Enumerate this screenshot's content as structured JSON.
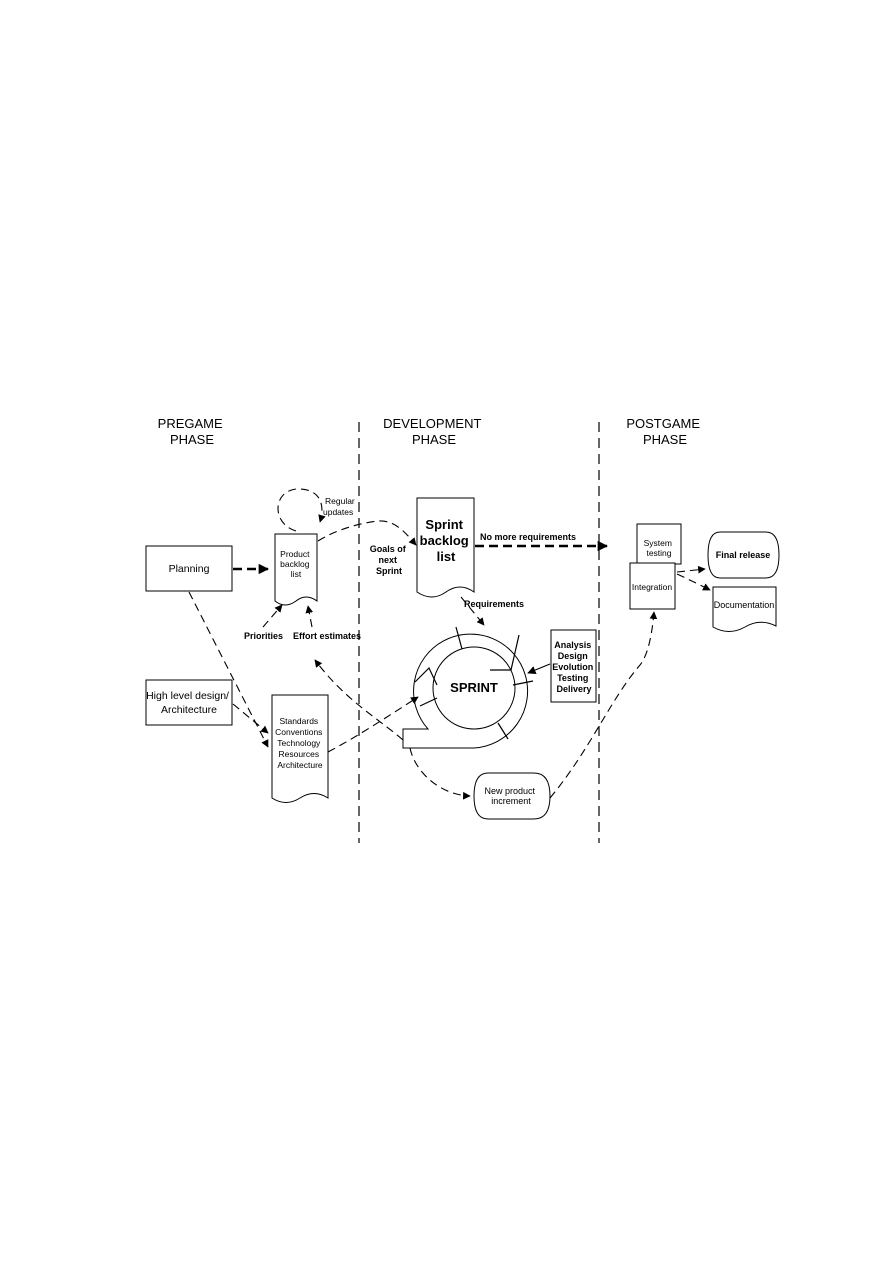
{
  "phases": {
    "pregame": [
      "PREGAME",
      "PHASE"
    ],
    "development": [
      "DEVELOPMENT",
      "PHASE"
    ],
    "postgame": [
      "POSTGAME",
      "PHASE"
    ]
  },
  "nodes": {
    "planning": "Planning",
    "high_level_design": [
      "High level design/",
      "Architecture"
    ],
    "product_backlog": [
      "Product",
      "backlog",
      "list"
    ],
    "regular_updates": [
      "Regular",
      "updates"
    ],
    "priorities": "Priorities",
    "effort_estimates": "Effort estimates",
    "standards": [
      "Standards",
      "Conventions",
      "Technology",
      "Resources",
      "Architecture"
    ],
    "goals_next_sprint": [
      "Goals of",
      "next",
      "Sprint"
    ],
    "sprint_backlog": [
      "Sprint",
      "backlog",
      "list"
    ],
    "no_more_requirements": "No more requirements",
    "requirements": "Requirements",
    "sprint": "SPRINT",
    "activities": [
      "Analysis",
      "Design",
      "Evolution",
      "Testing",
      "Delivery"
    ],
    "new_increment": [
      "New product",
      "increment"
    ],
    "system_testing": [
      "System",
      "testing"
    ],
    "integration": "Integration",
    "final_release": "Final release",
    "documentation": "Documentation"
  }
}
